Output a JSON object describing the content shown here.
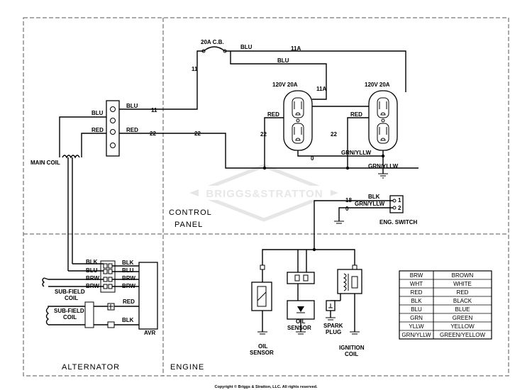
{
  "sections": {
    "control_panel": "CONTROL\nPANEL",
    "alternator": "ALTERNATOR",
    "engine": "ENGINE"
  },
  "watermark": "BRIGGS&STRATTON",
  "copyright": "Copyright © Briggs & Stratton, LLC. All rights reserved.",
  "components": {
    "main_coil": "MAIN COIL",
    "circuit_breaker": "20A C.B.",
    "receptacle_left": "120V 20A",
    "receptacle_right": "120V 20A",
    "eng_switch": "ENG. SWITCH",
    "avr": "AVR",
    "sub_field_coil_1": "SUB-FIELD\nCOIL",
    "sub_field_coil_2": "SUB-FIELD\nCOIL",
    "oil_sensor_left": "OIL\nSENSOR",
    "oil_sensor_mid": "OIL\nSENSOR",
    "spark_plug": "SPARK\nPLUG",
    "ignition_coil": "IGNITION\nCOIL"
  },
  "wire_labels": {
    "blu_terminal": "BLU",
    "red_terminal": "RED",
    "blu_coil": "BLU",
    "red_coil": "RED",
    "w11_terminal": "11",
    "w22_terminal": "22",
    "w22_mid": "22",
    "w11_vertical": "11",
    "blu_top": "BLU",
    "w11a_top": "11A",
    "blu_second": "BLU",
    "w11a_side": "11A",
    "red_left": "RED",
    "red_right": "RED",
    "w22_left_rec": "22",
    "w22_right_rec": "22",
    "w0_rec": "0",
    "grn_yllw_rec": "GRN/YLLW",
    "grn_yllw_ground": "GRN/YLLW",
    "blk_switch": "BLK",
    "grn_yllw_switch": "GRN/YLLW",
    "w18": "18",
    "w0_switch": "0",
    "pin1": "1",
    "pin2": "2",
    "avr_blk_left": "BLK",
    "avr_blu_left": "BLU",
    "avr_brw_left1": "BRW",
    "avr_brw_left2": "BRW",
    "avr_blk_right": "BLK",
    "avr_blu_right": "BLU",
    "avr_brw_right1": "BRW",
    "avr_brw_right2": "BRW",
    "avr_red": "RED",
    "avr_blk_bottom": "BLK"
  },
  "legend": [
    {
      "code": "BRW",
      "color": "BROWN"
    },
    {
      "code": "WHT",
      "color": "WHITE"
    },
    {
      "code": "RED",
      "color": "RED"
    },
    {
      "code": "BLK",
      "color": "BLACK"
    },
    {
      "code": "BLU",
      "color": "BLUE"
    },
    {
      "code": "GRN",
      "color": "GREEN"
    },
    {
      "code": "YLLW",
      "color": "YELLOW"
    },
    {
      "code": "GRN/YLLW",
      "color": "GREEN/YELLOW"
    }
  ]
}
